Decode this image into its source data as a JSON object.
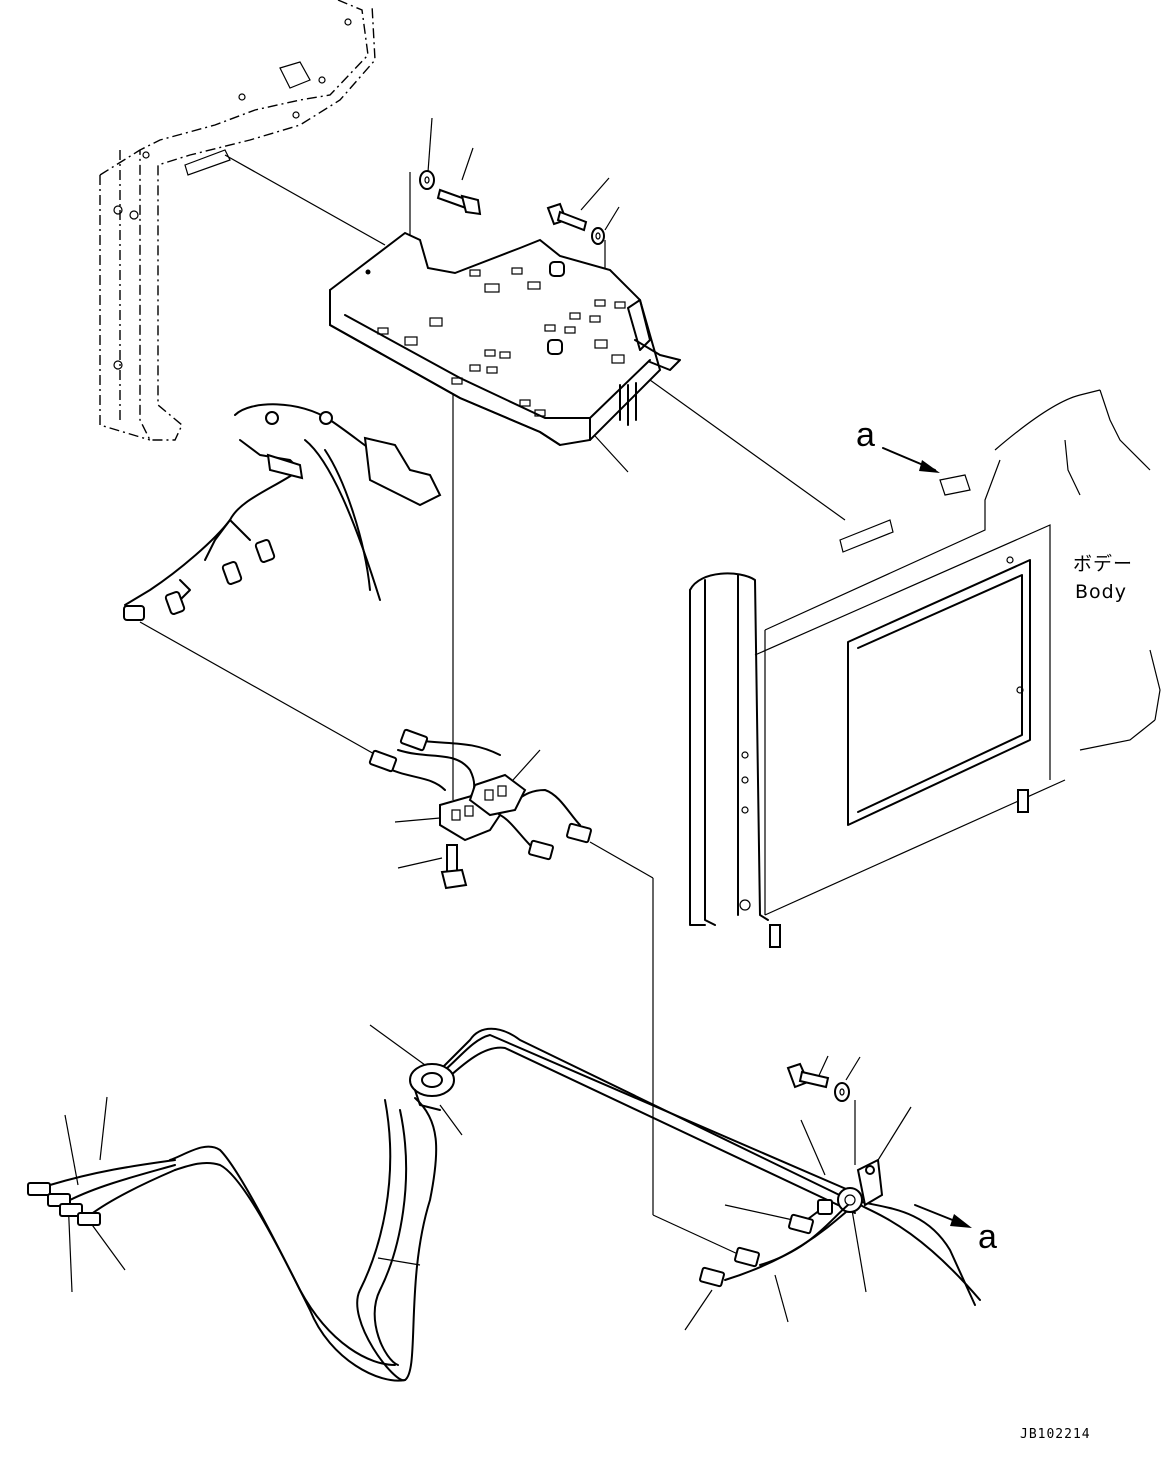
{
  "labels": {
    "view_arrow_top": "a",
    "view_arrow_bottom": "a",
    "body_jp": "ボデー",
    "body_en": "Body",
    "drawing_code": "JB102214"
  }
}
